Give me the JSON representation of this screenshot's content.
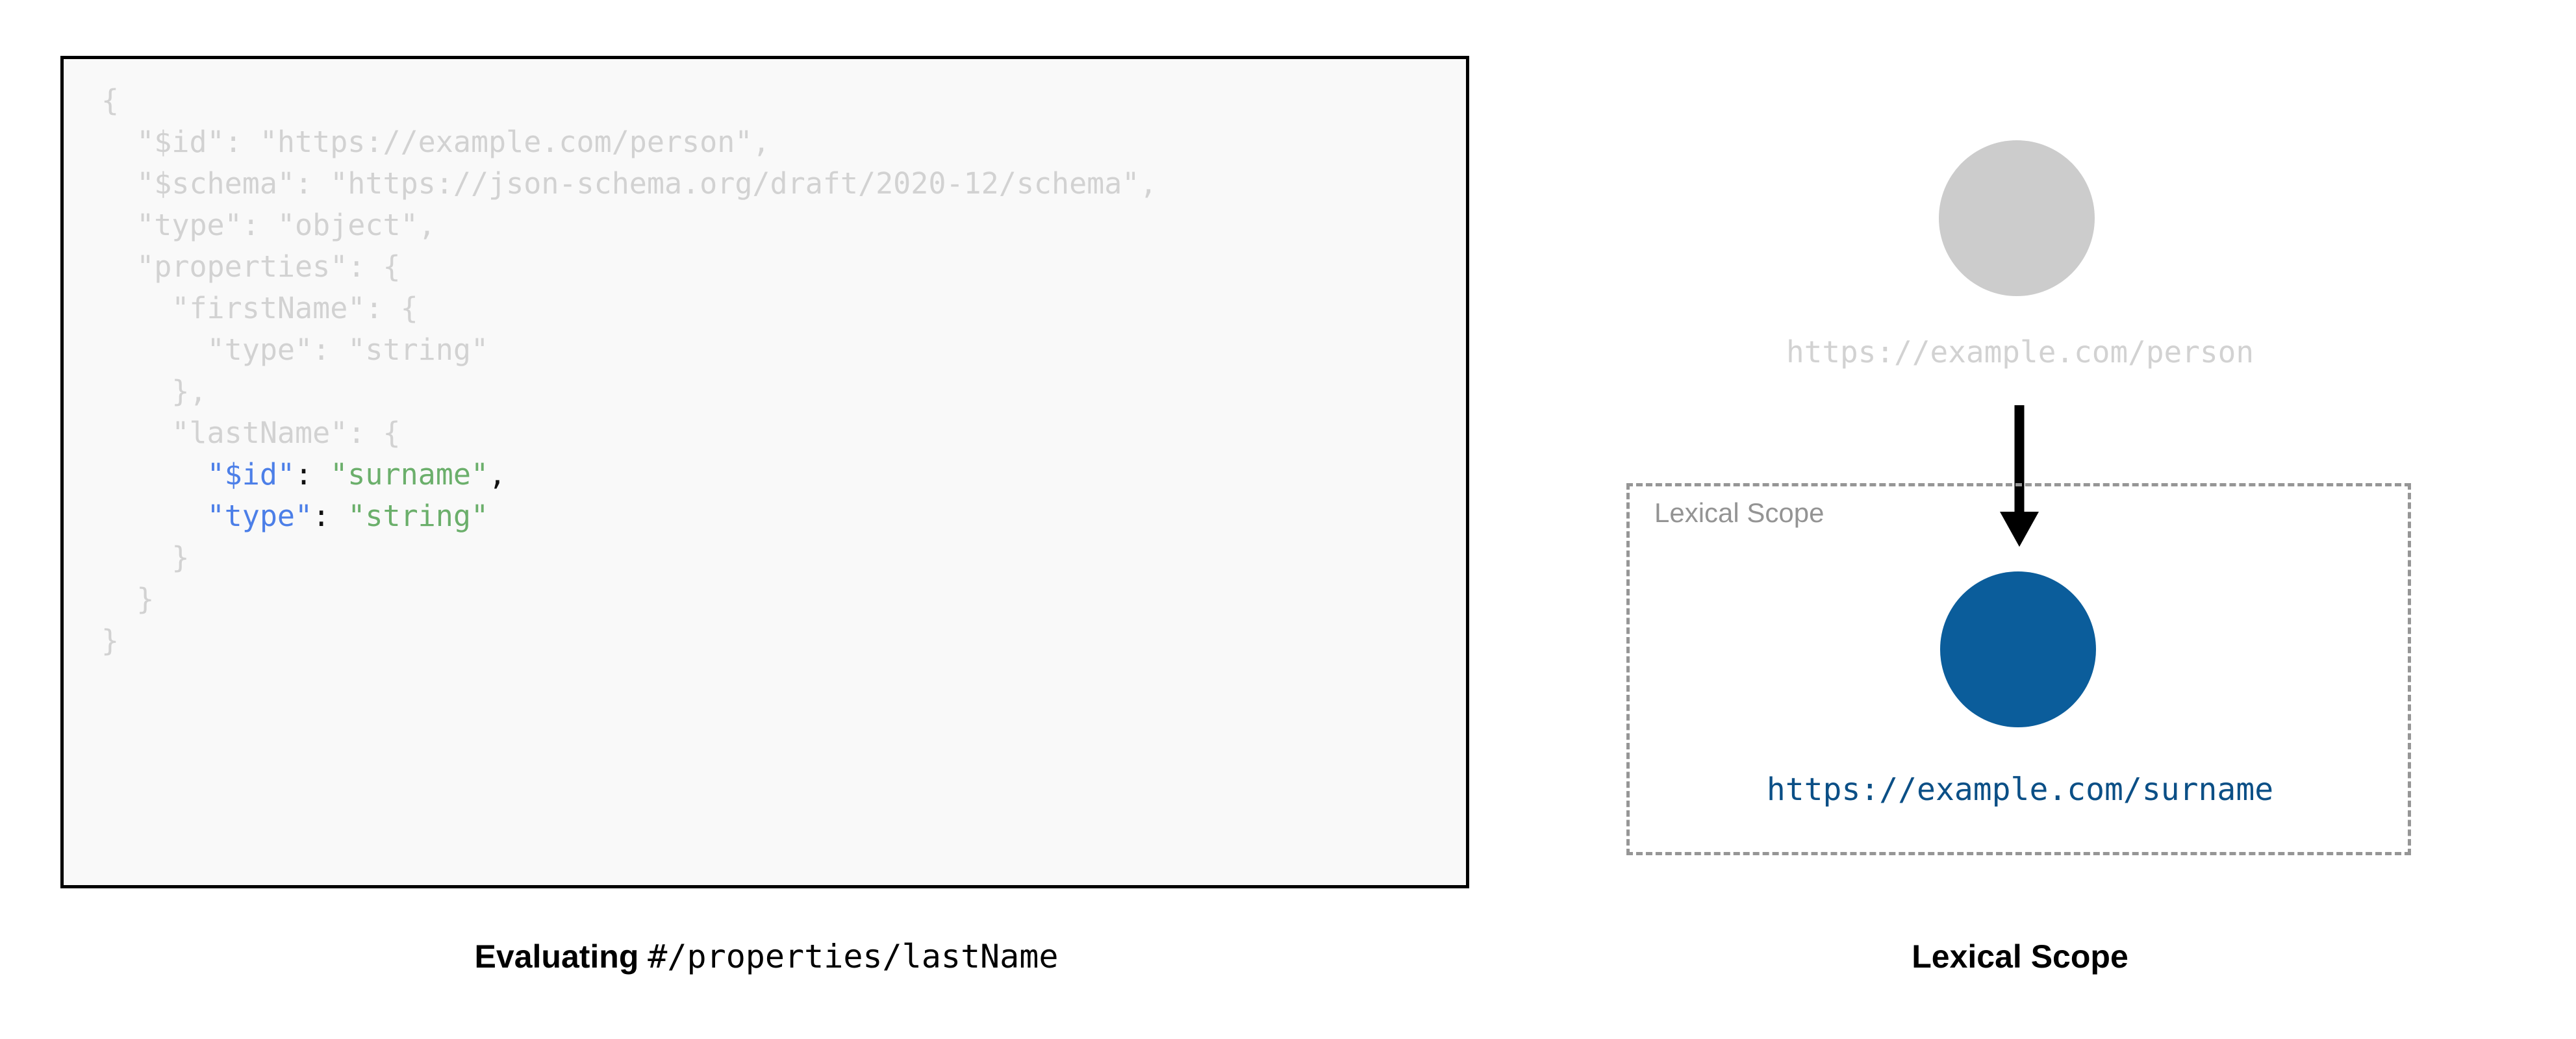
{
  "code_panel": {
    "language": "json",
    "lines": [
      {
        "indent": 0,
        "tokens": [
          {
            "t": "{",
            "role": "punct"
          }
        ],
        "highlighted": false
      },
      {
        "indent": 1,
        "tokens": [
          {
            "t": "\"$id\"",
            "role": "key"
          },
          {
            "t": ": ",
            "role": "punct"
          },
          {
            "t": "\"https://example.com/person\"",
            "role": "value"
          },
          {
            "t": ",",
            "role": "punct"
          }
        ],
        "highlighted": false
      },
      {
        "indent": 1,
        "tokens": [
          {
            "t": "\"$schema\"",
            "role": "key"
          },
          {
            "t": ": ",
            "role": "punct"
          },
          {
            "t": "\"https://json-schema.org/draft/2020-12/schema\"",
            "role": "value"
          },
          {
            "t": ",",
            "role": "punct"
          }
        ],
        "highlighted": false
      },
      {
        "indent": 1,
        "tokens": [
          {
            "t": "\"type\"",
            "role": "key"
          },
          {
            "t": ": ",
            "role": "punct"
          },
          {
            "t": "\"object\"",
            "role": "value"
          },
          {
            "t": ",",
            "role": "punct"
          }
        ],
        "highlighted": false
      },
      {
        "indent": 1,
        "tokens": [
          {
            "t": "\"properties\"",
            "role": "key"
          },
          {
            "t": ": {",
            "role": "punct"
          }
        ],
        "highlighted": false
      },
      {
        "indent": 2,
        "tokens": [
          {
            "t": "\"firstName\"",
            "role": "key"
          },
          {
            "t": ": {",
            "role": "punct"
          }
        ],
        "highlighted": false
      },
      {
        "indent": 3,
        "tokens": [
          {
            "t": "\"type\"",
            "role": "key"
          },
          {
            "t": ": ",
            "role": "punct"
          },
          {
            "t": "\"string\"",
            "role": "value"
          }
        ],
        "highlighted": false
      },
      {
        "indent": 2,
        "tokens": [
          {
            "t": "},",
            "role": "punct"
          }
        ],
        "highlighted": false
      },
      {
        "indent": 2,
        "tokens": [
          {
            "t": "\"lastName\"",
            "role": "key"
          },
          {
            "t": ": {",
            "role": "punct"
          }
        ],
        "highlighted": false
      },
      {
        "indent": 3,
        "tokens": [
          {
            "t": "\"$id\"",
            "role": "key"
          },
          {
            "t": ": ",
            "role": "punct"
          },
          {
            "t": "\"surname\"",
            "role": "value"
          },
          {
            "t": ",",
            "role": "punct"
          }
        ],
        "highlighted": true
      },
      {
        "indent": 3,
        "tokens": [
          {
            "t": "\"type\"",
            "role": "key"
          },
          {
            "t": ": ",
            "role": "punct"
          },
          {
            "t": "\"string\"",
            "role": "value"
          }
        ],
        "highlighted": true
      },
      {
        "indent": 2,
        "tokens": [
          {
            "t": "}",
            "role": "punct"
          }
        ],
        "highlighted": false
      },
      {
        "indent": 1,
        "tokens": [
          {
            "t": "}",
            "role": "punct"
          }
        ],
        "highlighted": false
      },
      {
        "indent": 0,
        "tokens": [
          {
            "t": "}",
            "role": "punct"
          }
        ],
        "highlighted": false
      }
    ],
    "colors": {
      "dim": "#D2D2D2",
      "key": "#4C7FE8",
      "value": "#6BAF6B",
      "punct": "#111111",
      "background": "#F9F9F9",
      "border": "#000000"
    }
  },
  "captions": {
    "left_bold": "Evaluating",
    "left_mono": "#/properties/lastName",
    "right": "Lexical Scope"
  },
  "diagram": {
    "parent_node": {
      "label": "https://example.com/person",
      "fill": "#CCCCCC",
      "label_color": "#D2D2D2"
    },
    "scope_box": {
      "label": "Lexical Scope",
      "border_color": "#969696",
      "border_style": "dashed"
    },
    "child_node": {
      "label": "https://example.com/surname",
      "fill": "#0B5D9B",
      "label_color": "#0B4F86"
    },
    "arrow": {
      "direction": "down",
      "color": "#000000"
    }
  }
}
